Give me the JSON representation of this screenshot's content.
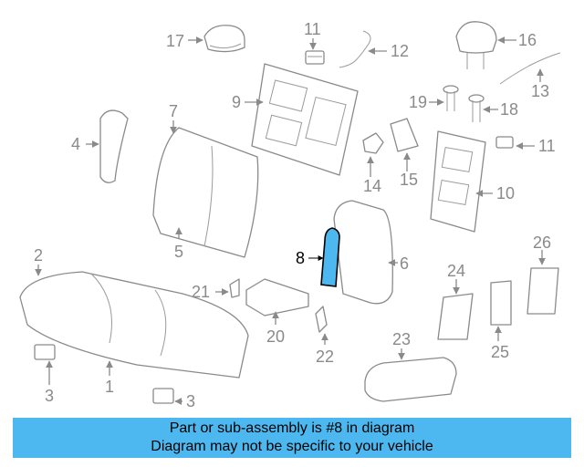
{
  "callouts": {
    "c1": "1",
    "c2": "2",
    "c3a": "3",
    "c3b": "3",
    "c4": "4",
    "c5": "5",
    "c6": "6",
    "c7": "7",
    "c8": "8",
    "c9": "9",
    "c10": "10",
    "c11a": "11",
    "c11b": "11",
    "c12": "12",
    "c13": "13",
    "c14": "14",
    "c15": "15",
    "c16": "16",
    "c17": "17",
    "c18": "18",
    "c19": "19",
    "c20": "20",
    "c21": "21",
    "c22": "22",
    "c23": "23",
    "c24": "24",
    "c25": "25",
    "c26": "26"
  },
  "highlighted_part": "8",
  "colors": {
    "highlight": "#4db8ef",
    "line": "#8a8a8a",
    "banner": "#4db8ef"
  },
  "banner": {
    "line1": "Part or sub-assembly is #8 in diagram",
    "line2": "Diagram may not be specific to your vehicle"
  }
}
